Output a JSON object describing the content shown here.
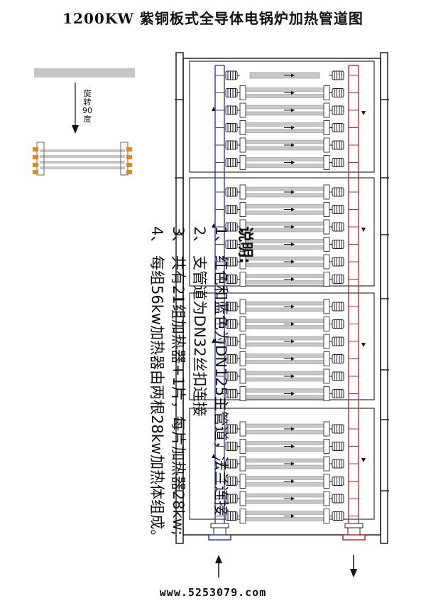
{
  "title": "1200KW 紫铜板式全导体电锅炉加热管道图",
  "rotate_label": "旋转90度",
  "notes": {
    "heading": "说明:",
    "items": [
      "1、 红色和蓝色为DN125主管道，法兰连接",
      "2、 支管道为DN32丝扣连接",
      "3、 共有21组加热器+1片，每片加热器28kw;",
      "4、 每组56kw加热器由两根28kw加热体组成。"
    ]
  },
  "footer": "www.5253079.com",
  "colors": {
    "supply_pipe": "#2a3ea8",
    "return_pipe": "#c4282d",
    "heater_tube": "#c8c8c8",
    "fitting_orange": "#e08a1a",
    "frame": "#222222"
  },
  "icons": [
    "rotation-arrow-icon",
    "inflow-arrow-icon",
    "outflow-arrow-icon",
    "flow-direction-arrow-icon"
  ],
  "diagram": {
    "sections": 4,
    "rows_per_section": 6,
    "first_row_single": true
  }
}
